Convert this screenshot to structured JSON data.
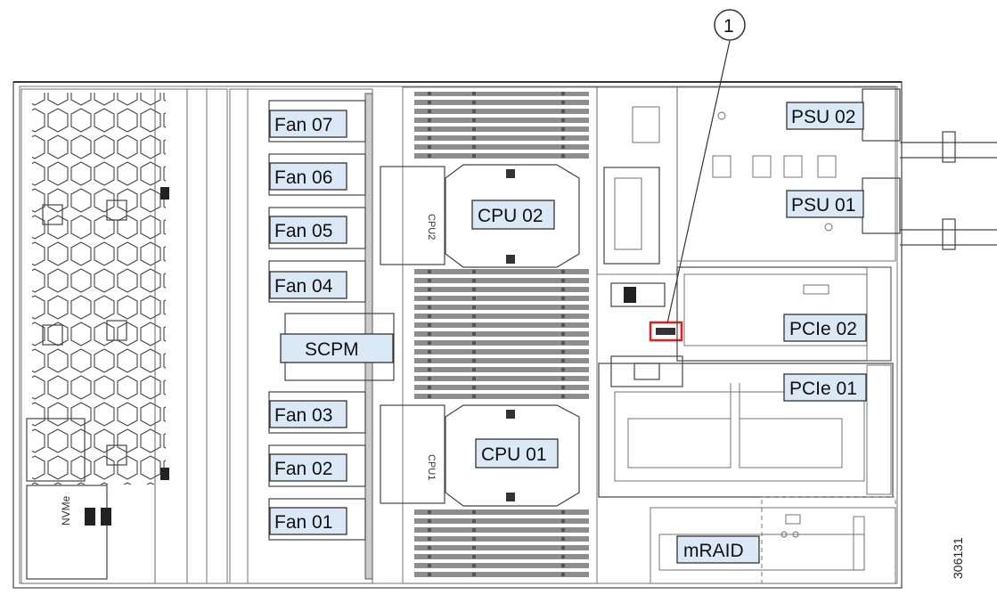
{
  "callout": {
    "number": "1",
    "color": "#e0201c"
  },
  "label_fill": "#dbe8f6",
  "labels": {
    "fan07": "Fan 07",
    "fan06": "Fan 06",
    "fan05": "Fan 05",
    "fan04": "Fan 04",
    "scpm": "SCPM",
    "fan03": "Fan 03",
    "fan02": "Fan 02",
    "fan01": "Fan 01",
    "cpu02": "CPU 02",
    "cpu01": "CPU 01",
    "psu02": "PSU 02",
    "psu01": "PSU 01",
    "pcie02": "PCIe 02",
    "pcie01": "PCIe 01",
    "mraid": "mRAID",
    "cpu2_heatsink": "CPU2",
    "cpu1_heatsink": "CPU1",
    "left_module": "NVMe"
  },
  "figure_id": "306131"
}
